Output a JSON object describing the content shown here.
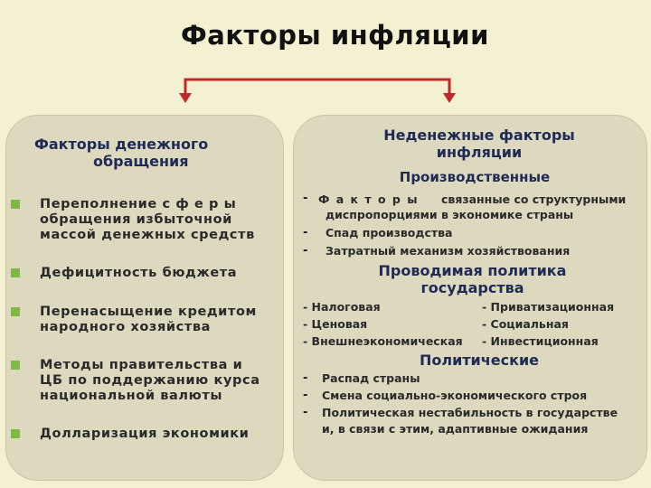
{
  "title": "Факторы инфляции",
  "left": {
    "heading_line1": "Факторы денежного",
    "heading_line2": "обращения",
    "items": [
      {
        "lines": [
          "Переполнение с ф е р ы",
          "обращения избыточной",
          "массой денежных средств"
        ]
      },
      {
        "lines": [
          "Дефицитность бюджета"
        ]
      },
      {
        "lines": [
          "Перенасыщение кредитом",
          "народного хозяйства"
        ]
      },
      {
        "lines": [
          "Методы правительства и",
          "ЦБ по поддержанию курса",
          "национальной валюты"
        ]
      },
      {
        "lines": [
          "Долларизация экономики"
        ]
      }
    ]
  },
  "right": {
    "heading_line1": "Неденежные факторы",
    "heading_line2": "инфляции",
    "production": {
      "heading": "Производственные",
      "line1_a": "Ф а к т о р ы",
      "line1_b": "связанные со структурными",
      "line1_cont": "диспропорциями в экономике страны",
      "line2": "Спад производства",
      "line3": "Затратный механизм хозяйствования"
    },
    "policy": {
      "heading_line1": "Проводимая политика",
      "heading_line2": "государства",
      "left_items": [
        "- Налоговая",
        "- Ценовая",
        "- Внешнеэкономическая"
      ],
      "right_items": [
        "- Приватизационная",
        "- Социальная",
        "- Инвестиционная"
      ]
    },
    "political": {
      "heading": "Политические",
      "line1": "Распад страны",
      "line2": "Смена социально-экономического строя",
      "line3": "Политическая нестабильность в государстве",
      "line3_cont": "и, в связи с этим, адаптивные ожидания"
    }
  },
  "colors": {
    "background": "#f3f1d2",
    "panel": "#dcd9bf",
    "heading": "#1f2a55",
    "bullet": "#7fb845",
    "arrow": "#c0282a"
  },
  "icons": {
    "bullet": "square-bullet",
    "arrow": "down-arrow"
  }
}
